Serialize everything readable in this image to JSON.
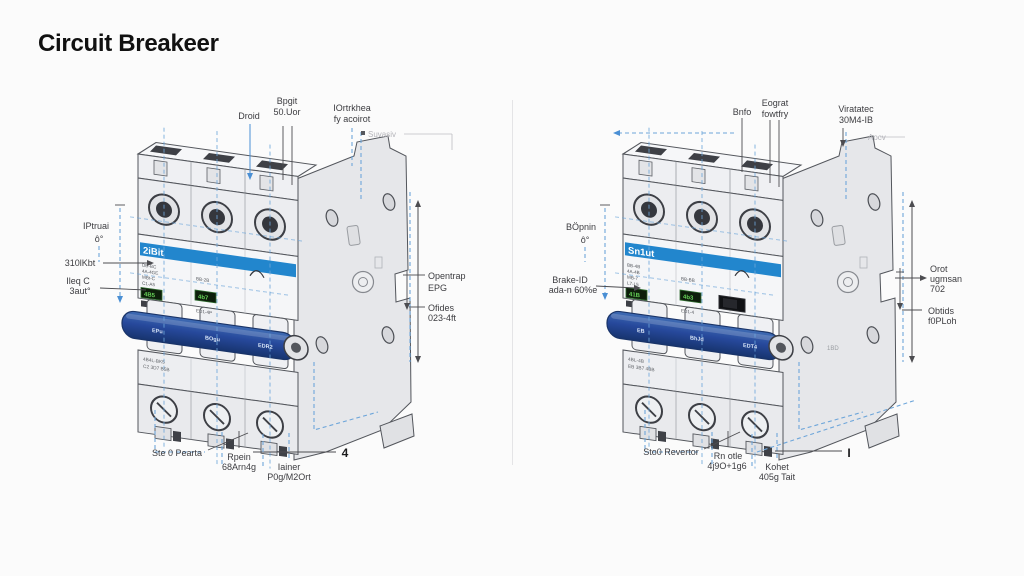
{
  "title": "Circuit Breakeer",
  "left": {
    "brand": "2iBit",
    "top1": "Droid",
    "top2a": "Bpgit",
    "top2b": "50.Uor",
    "top3a": "IOrtrkhea",
    "top3b": "fy acoirot",
    "faint_top": "Suvasiv",
    "side1a": "IPtruai",
    "side1b": "ô°",
    "side2": "310lKbt",
    "side3a": "Ileq C",
    "side3b": "3aut°",
    "right1a": "Opentrap",
    "right1b": "EPG",
    "right2a": "Ofides",
    "right2b": "023-4ft",
    "bot1": "Ste 0 Pearta",
    "bot2a": "Rpein",
    "bot2b": "68Arn4g",
    "bot3a": "Iainer",
    "bot3b": "P0g/M2Ort",
    "dim": "4",
    "face1a": "DB-BC",
    "face1b": "4A-4GE",
    "face1c": "MBt-C",
    "face1d": "C1-A5",
    "win1": "4B5",
    "win2": "4b7",
    "face2a": "BB-2B",
    "face2c": "ED1-4P",
    "lower1": "4B4L-BK5",
    "lower2": "C2 3D7 B5B",
    "bar1": "EPu",
    "bar2": "BOgu",
    "bar3": "EDR2"
  },
  "right": {
    "brand": "Sn1ut",
    "top1": "Bnfo",
    "top2a": "Eograt",
    "top2b": "fowtfry",
    "top3a": "Viratatec",
    "top3b": "30M4-IB",
    "faint_top": "Aocv",
    "side1a": "BÖpnin",
    "side1b": "ô°",
    "side2a": "Brake-ID",
    "side2b": "ada-n 60%e",
    "right1a": "Orot",
    "right1b": "ugmsan",
    "right1c": "702",
    "right2a": "Obtids",
    "right2b": "f0PLoh",
    "bot1": "Sto0 Revertor",
    "bot2a": "Rn otle",
    "bot2b": "4j9O+1g6",
    "bot3a": "Kohet",
    "bot3b": "405g Tait",
    "dim": "I",
    "face1a": "BB-4B",
    "face1b": "4A-4B",
    "face1c": "MB-7",
    "face1d": "L7-L5",
    "win1": "41B",
    "win2": "4b3",
    "face2a": "BB-BB",
    "face2c": "ED1-4",
    "lower1": "4BL-4B",
    "lower2": "EB 3B7 4BB",
    "bar1": "EB",
    "bar2": "BhJd",
    "bar3": "EDT4",
    "panel_code": "1BD"
  }
}
